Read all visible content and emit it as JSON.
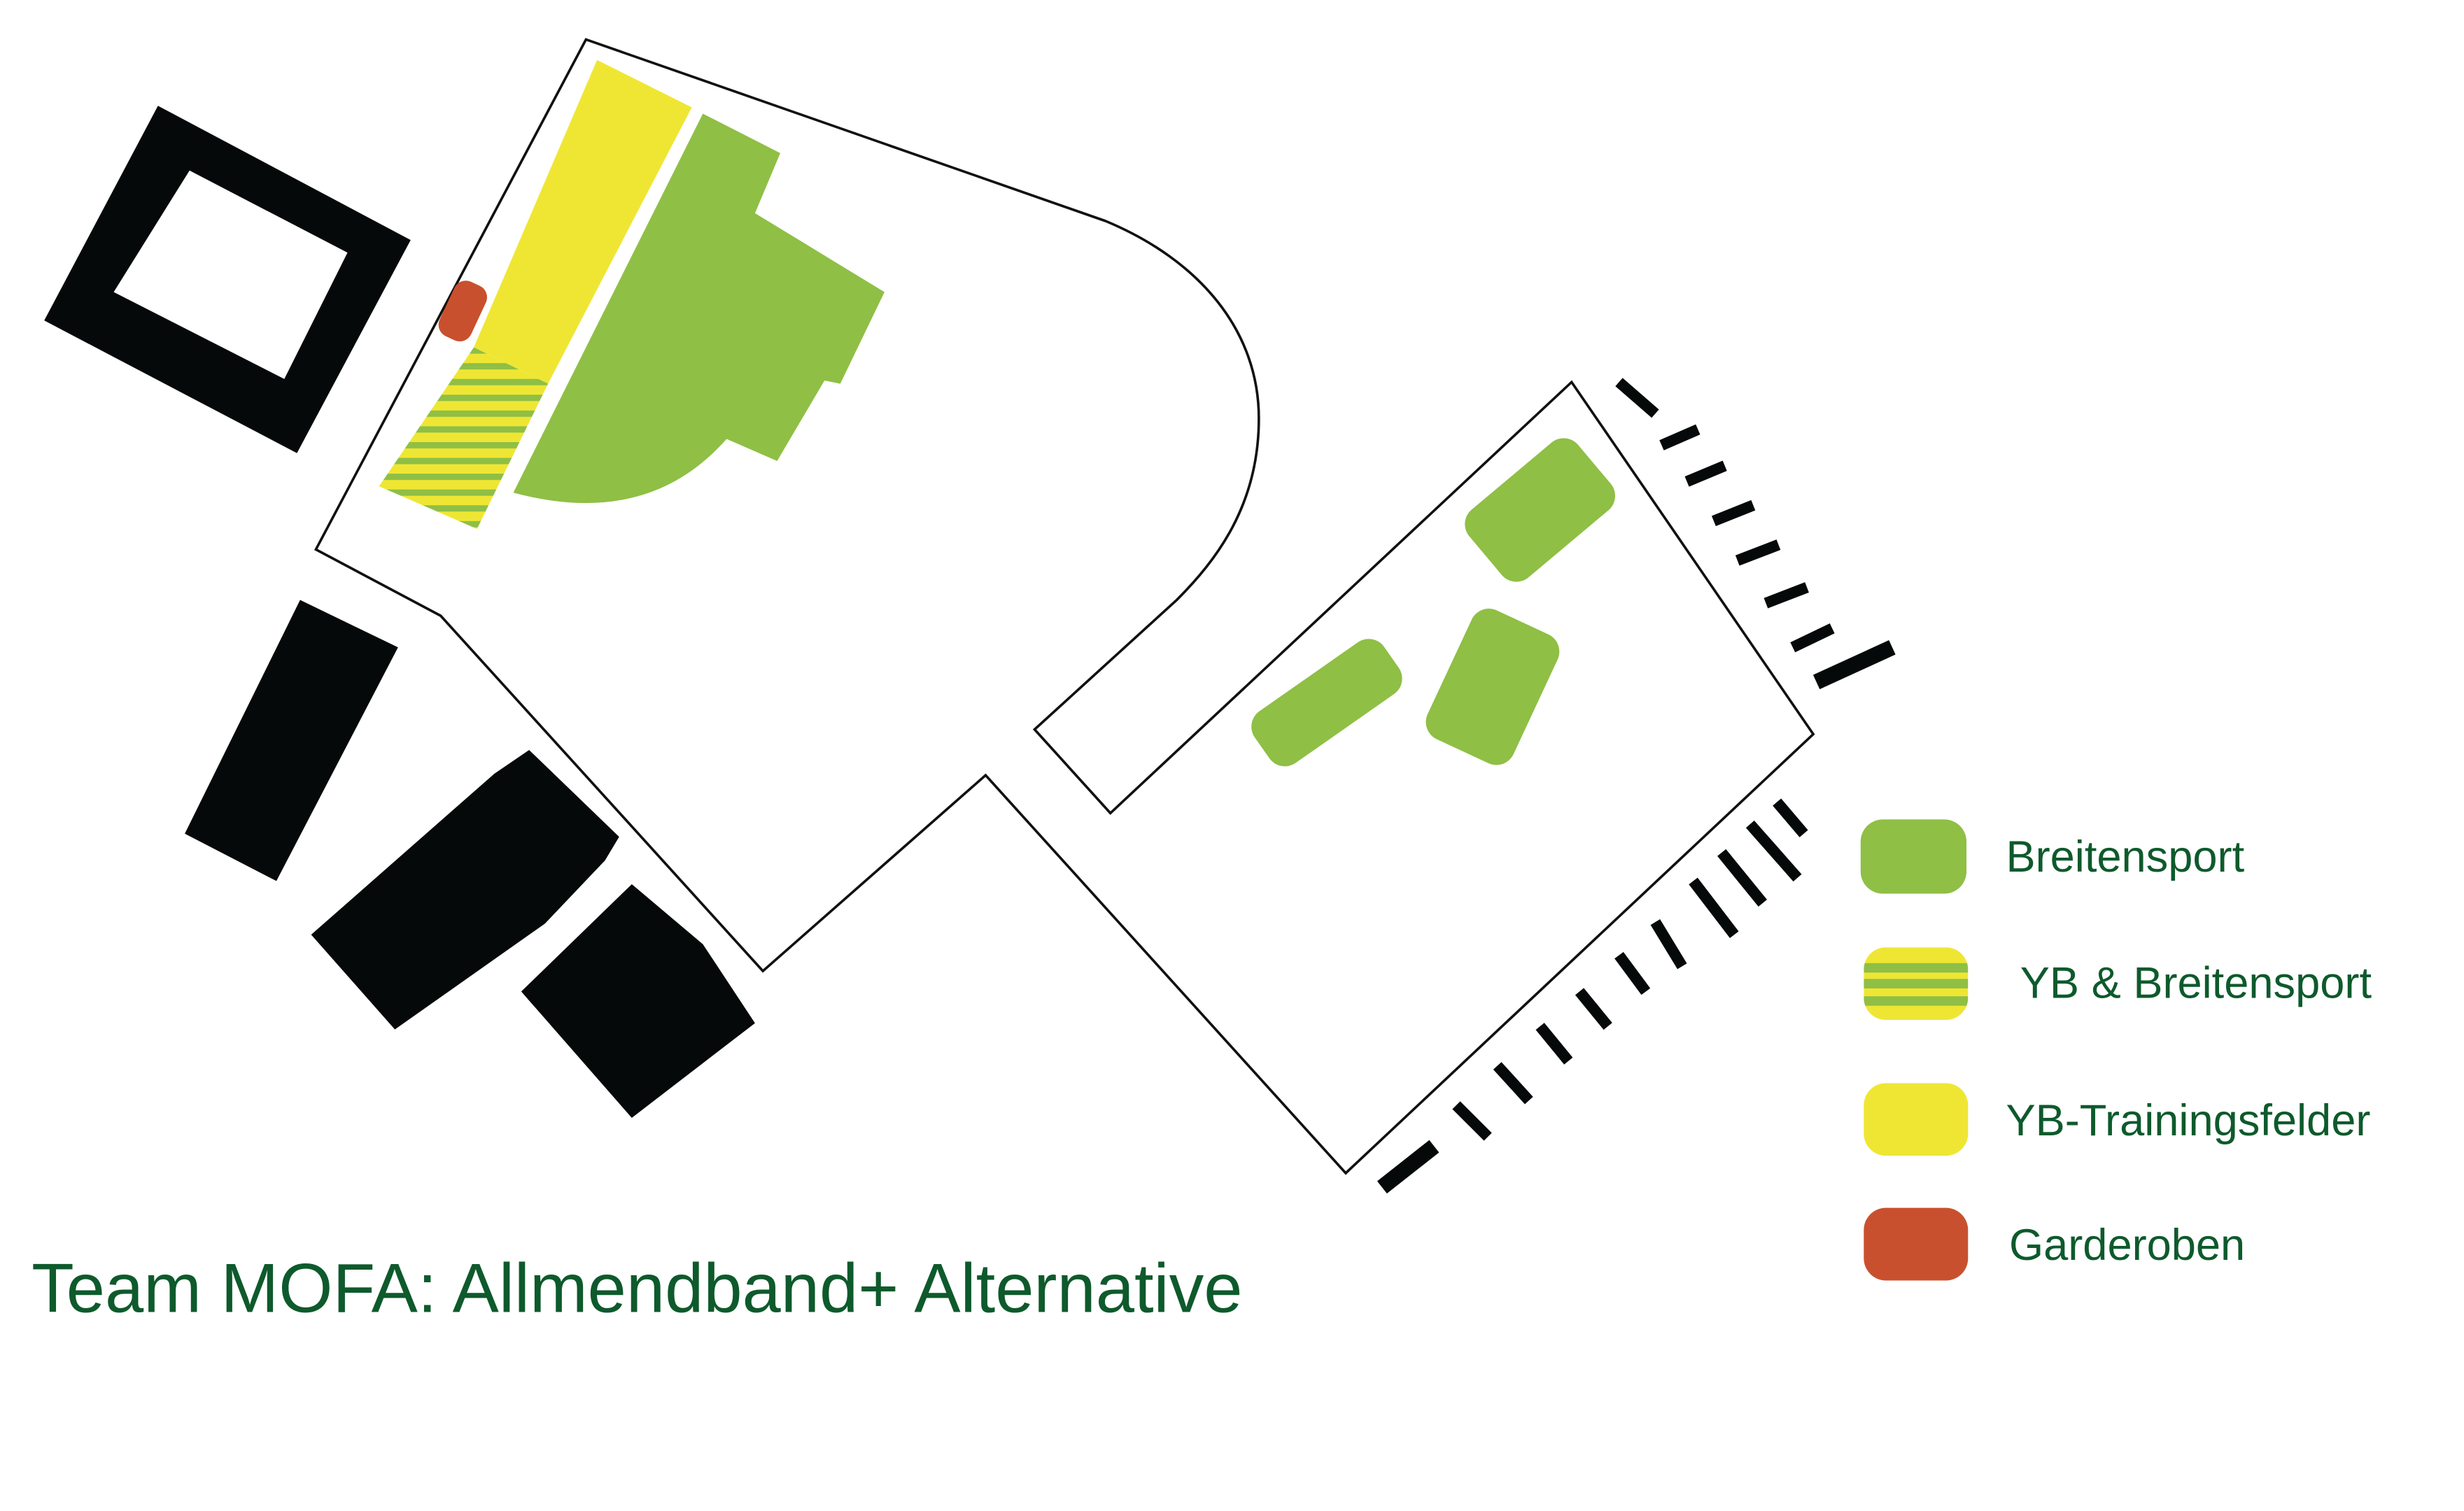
{
  "title": "Team MOFA: Allmendband+ Alternative",
  "legend": [
    {
      "label": "Breitensport",
      "color": "#8fbf45"
    },
    {
      "label": "YB & Breitensport",
      "color": "striped"
    },
    {
      "label": "YB-Trainingsfelder",
      "color": "#efe634"
    },
    {
      "label": "Garderoben",
      "color": "#c9502e"
    }
  ],
  "colors": {
    "green": "#8fbf45",
    "yellow": "#efe634",
    "red": "#c9502e",
    "text": "#0e5a2c",
    "building": "#060909"
  }
}
